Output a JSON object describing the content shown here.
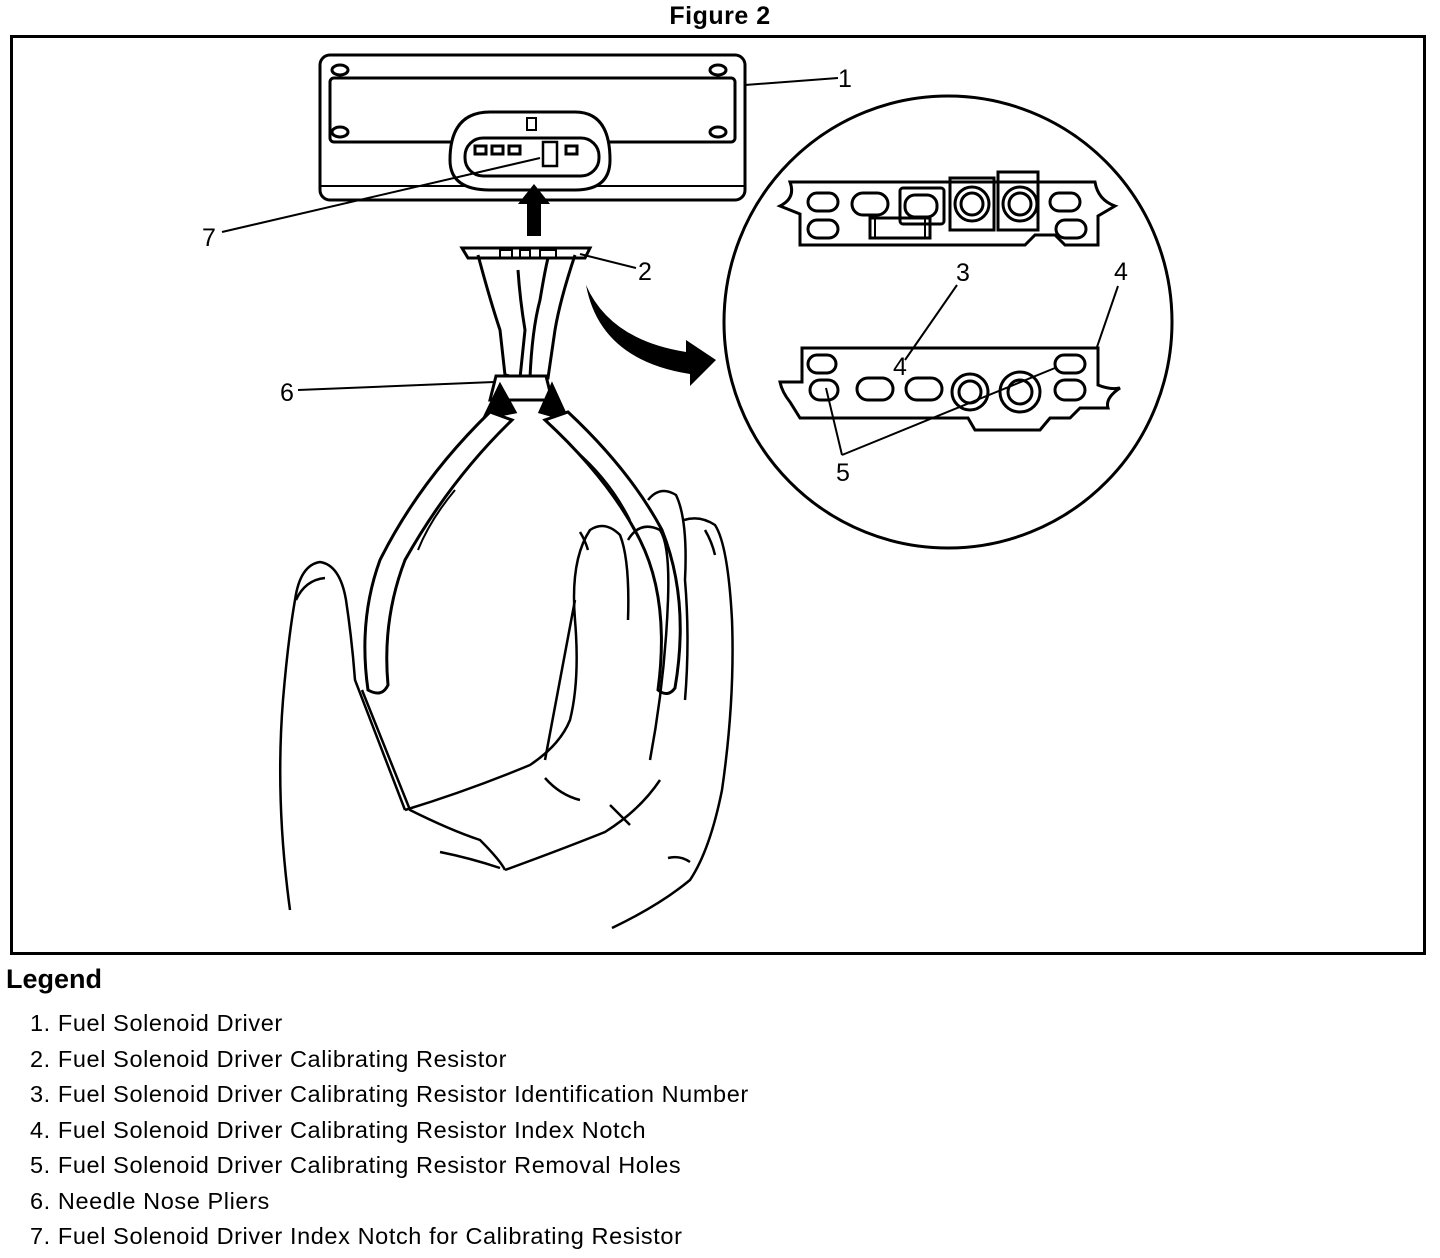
{
  "figure_title": "Figure 2",
  "callouts": {
    "c1": "1",
    "c2": "2",
    "c3": "3",
    "c4a": "4",
    "c4b": "4",
    "c5": "5",
    "c6": "6",
    "c7": "7"
  },
  "legend": {
    "title": "Legend",
    "items": [
      "1. Fuel Solenoid Driver",
      "2. Fuel Solenoid Driver Calibrating Resistor",
      "3. Fuel Solenoid Driver Calibrating Resistor Identification Number",
      "4. Fuel Solenoid Driver Calibrating Resistor Index Notch",
      "5. Fuel Solenoid Driver Calibrating Resistor Removal Holes",
      "6. Needle Nose Pliers",
      "7. Fuel Solenoid Driver Index Notch for Calibrating Resistor"
    ]
  }
}
